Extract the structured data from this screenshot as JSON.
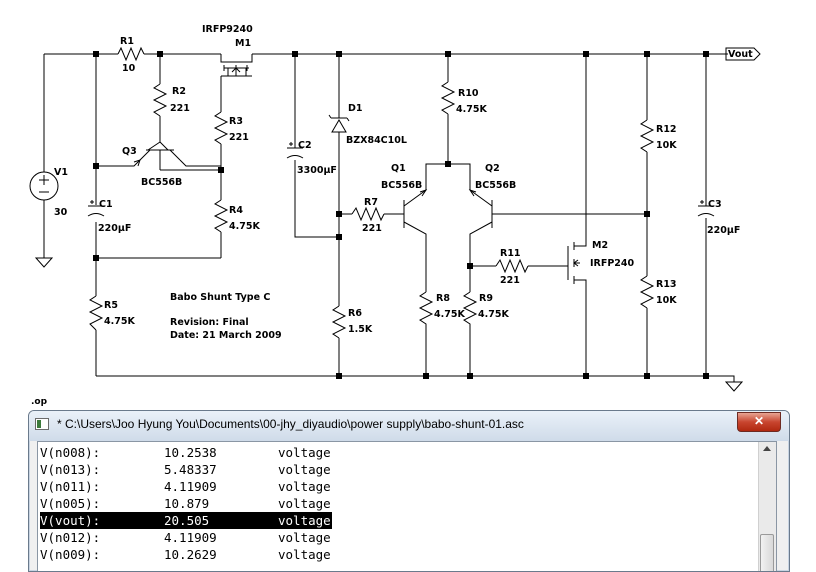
{
  "schematic": {
    "title": "Babo Shunt Type C",
    "revision": "Revision: Final",
    "date": "Date: 21 March 2009",
    "output_label": "Vout",
    "components": {
      "V1": {
        "ref": "V1",
        "value": "30"
      },
      "R1": {
        "ref": "R1",
        "value": "10"
      },
      "M1": {
        "ref": "M1",
        "value": "IRFP9240"
      },
      "R2": {
        "ref": "R2",
        "value": "221"
      },
      "R3": {
        "ref": "R3",
        "value": "221"
      },
      "Q3": {
        "ref": "Q3",
        "value": "BC556B"
      },
      "R4": {
        "ref": "R4",
        "value": "4.75K"
      },
      "C1": {
        "ref": "C1",
        "value": "220µF"
      },
      "R5": {
        "ref": "R5",
        "value": "4.75K"
      },
      "C2": {
        "ref": "C2",
        "value": "3300µF"
      },
      "D1": {
        "ref": "D1",
        "value": "BZX84C10L"
      },
      "R6": {
        "ref": "R6",
        "value": "1.5K"
      },
      "R7": {
        "ref": "R7",
        "value": "221"
      },
      "Q1": {
        "ref": "Q1",
        "value": "BC556B"
      },
      "Q2": {
        "ref": "Q2",
        "value": "BC556B"
      },
      "R10": {
        "ref": "R10",
        "value": "4.75K"
      },
      "R8": {
        "ref": "R8",
        "value": "4.75K"
      },
      "R9": {
        "ref": "R9",
        "value": "4.75K"
      },
      "R11": {
        "ref": "R11",
        "value": "221"
      },
      "M2": {
        "ref": "M2",
        "value": "IRFP240"
      },
      "R12": {
        "ref": "R12",
        "value": "10K"
      },
      "R13": {
        "ref": "R13",
        "value": "10K"
      },
      "C3": {
        "ref": "C3",
        "value": "220µF"
      }
    }
  },
  "op_label": ".op",
  "window": {
    "title": "* C:\\Users\\Joo Hyung You\\Documents\\00-jhy_diyaudio\\power supply\\babo-shunt-01.asc",
    "close_glyph": "✕",
    "rows": [
      {
        "name": "V(n008):",
        "value": "10.2538",
        "type": "voltage"
      },
      {
        "name": "V(n013):",
        "value": "5.48337",
        "type": "voltage"
      },
      {
        "name": "V(n011):",
        "value": "4.11909",
        "type": "voltage"
      },
      {
        "name": "V(n005):",
        "value": "10.879",
        "type": "voltage"
      },
      {
        "name": "V(vout):",
        "value": "20.505",
        "type": "voltage"
      },
      {
        "name": "V(n012):",
        "value": "4.11909",
        "type": "voltage"
      },
      {
        "name": "V(n009):",
        "value": "10.2629",
        "type": "voltage"
      }
    ]
  }
}
